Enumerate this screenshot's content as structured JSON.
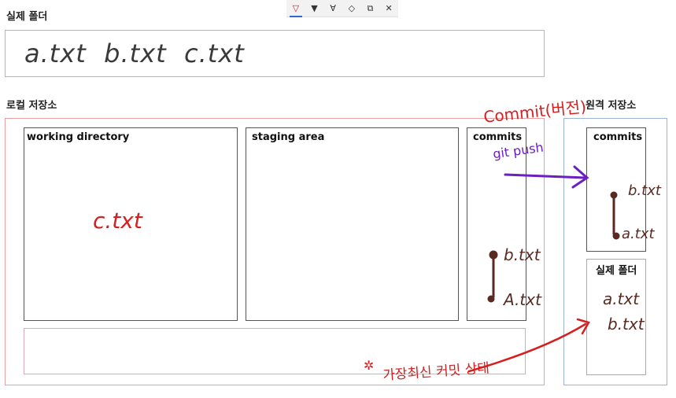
{
  "top_folder": {
    "title": "실제 폴더",
    "files_text": "a.txt  b.txt  c.txt"
  },
  "local_repo": {
    "title": "로컬 저장소",
    "working_directory": {
      "title": "working directory",
      "handwritten": "c.txt"
    },
    "staging_area": {
      "title": "staging area"
    },
    "commits": {
      "title": "commits",
      "items": [
        "b.txt",
        "A.txt"
      ]
    }
  },
  "remote_repo": {
    "title": "원격 저장소",
    "commits": {
      "title": "commits",
      "items": [
        "b.txt",
        "a.txt"
      ]
    },
    "folder": {
      "title": "실제 폴더",
      "files": [
        "a.txt",
        "b.txt"
      ]
    }
  },
  "annotations": {
    "commit_note": "Commit(버전)",
    "push_note": "git push",
    "latest_state_note": "가장최신 커밋 상태"
  },
  "toolbar": {
    "tools": [
      {
        "name": "pen-red-tool",
        "glyph": "▽",
        "active": true
      },
      {
        "name": "pen-black-tool",
        "glyph": "▼",
        "active": false
      },
      {
        "name": "highlighter-tool",
        "glyph": "∀",
        "active": false
      },
      {
        "name": "eraser-tool",
        "glyph": "◇",
        "active": false
      },
      {
        "name": "copy-tool",
        "glyph": "⧉",
        "active": false
      },
      {
        "name": "close-tool",
        "glyph": "✕",
        "active": false
      }
    ]
  },
  "colors": {
    "local_border": "#e8a0a0",
    "remote_border": "#9ab3d6",
    "ink_red": "#d42020",
    "ink_purple": "#6a1fc2",
    "ink_brown": "#5a2a22"
  }
}
